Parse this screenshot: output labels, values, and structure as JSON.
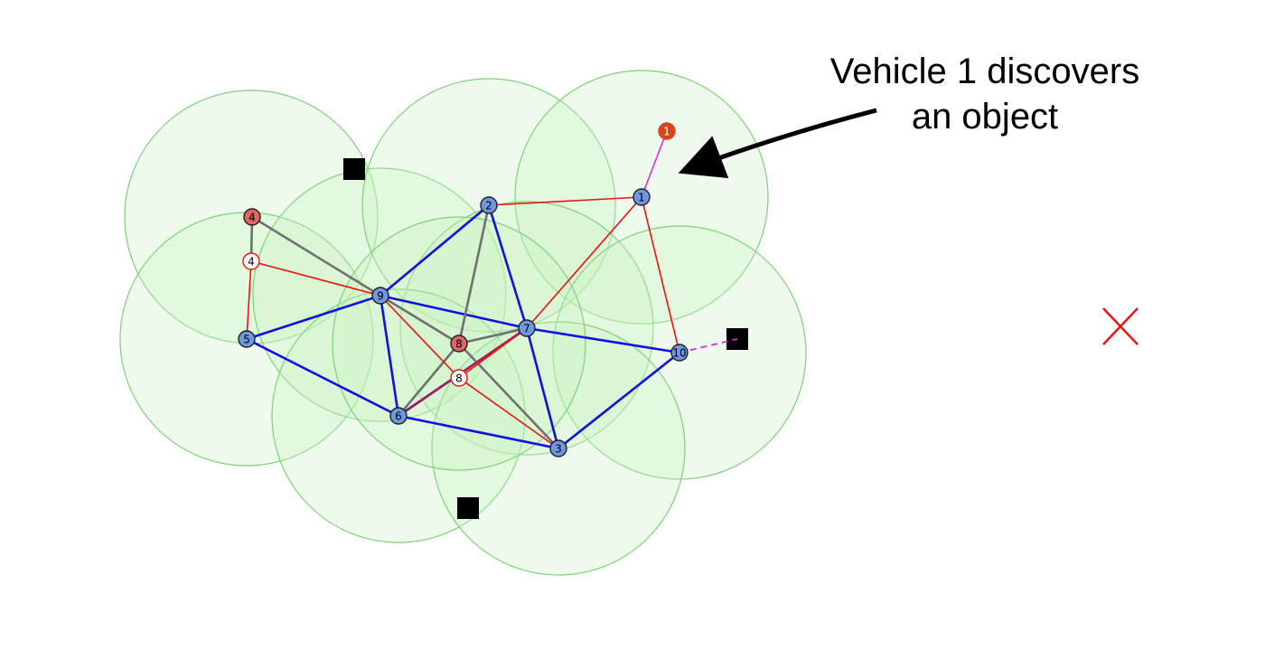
{
  "annotation": {
    "line1": "Vehicle 1 discovers",
    "line2": "an object"
  },
  "colors": {
    "range_fill": "#c8f2c0",
    "range_stroke": "#7fd17a",
    "vehicle_fill": "#6e97e4",
    "virtual_fill": "#e06666",
    "hollow_fill": "#ffffff",
    "active_fill": "#d9441c",
    "blue_edge": "#1010e0",
    "gray_edge": "#707070",
    "red_edge": "#ee1111",
    "magenta_edge": "#ee22ee",
    "object_fill": "#000000",
    "goal_mark": "#ee1111"
  },
  "nodes": [
    {
      "id": "v1",
      "label": "1",
      "kind": "vehicle"
    },
    {
      "id": "v2",
      "label": "2",
      "kind": "vehicle"
    },
    {
      "id": "v3",
      "label": "3",
      "kind": "vehicle"
    },
    {
      "id": "v5",
      "label": "5",
      "kind": "vehicle"
    },
    {
      "id": "v6",
      "label": "6",
      "kind": "vehicle"
    },
    {
      "id": "v7",
      "label": "7",
      "kind": "vehicle"
    },
    {
      "id": "v9",
      "label": "9",
      "kind": "vehicle"
    },
    {
      "id": "v10",
      "label": "10",
      "kind": "vehicle"
    },
    {
      "id": "v4",
      "label": "4",
      "kind": "virtual"
    },
    {
      "id": "v8",
      "label": "8",
      "kind": "virtual"
    },
    {
      "id": "h4",
      "label": "4",
      "kind": "hollow"
    },
    {
      "id": "h8",
      "label": "8",
      "kind": "hollow"
    },
    {
      "id": "a1",
      "label": "1",
      "kind": "active"
    }
  ],
  "edges": [
    {
      "from": "v9",
      "to": "v2",
      "kind": "blue"
    },
    {
      "from": "v9",
      "to": "v5",
      "kind": "blue"
    },
    {
      "from": "v9",
      "to": "v6",
      "kind": "blue"
    },
    {
      "from": "v9",
      "to": "v7",
      "kind": "blue"
    },
    {
      "from": "v2",
      "to": "v7",
      "kind": "blue"
    },
    {
      "from": "v5",
      "to": "v6",
      "kind": "blue"
    },
    {
      "from": "v6",
      "to": "v7",
      "kind": "blue"
    },
    {
      "from": "v6",
      "to": "v3",
      "kind": "blue"
    },
    {
      "from": "v7",
      "to": "v3",
      "kind": "blue"
    },
    {
      "from": "v7",
      "to": "v10",
      "kind": "blue"
    },
    {
      "from": "v3",
      "to": "v10",
      "kind": "blue"
    },
    {
      "from": "v4",
      "to": "v9",
      "kind": "gray"
    },
    {
      "from": "v4",
      "to": "h4",
      "kind": "gray"
    },
    {
      "from": "v9",
      "to": "v8",
      "kind": "gray"
    },
    {
      "from": "v2",
      "to": "v8",
      "kind": "gray"
    },
    {
      "from": "v8",
      "to": "v7",
      "kind": "gray"
    },
    {
      "from": "v8",
      "to": "v6",
      "kind": "gray"
    },
    {
      "from": "v8",
      "to": "v3",
      "kind": "gray"
    },
    {
      "from": "v2",
      "to": "v1",
      "kind": "red"
    },
    {
      "from": "v1",
      "to": "v10",
      "kind": "red"
    },
    {
      "from": "v1",
      "to": "v7",
      "kind": "red"
    },
    {
      "from": "h4",
      "to": "v9",
      "kind": "red"
    },
    {
      "from": "h4",
      "to": "v5",
      "kind": "red"
    },
    {
      "from": "v9",
      "to": "h8",
      "kind": "red"
    },
    {
      "from": "h8",
      "to": "v3",
      "kind": "red"
    },
    {
      "from": "h8",
      "to": "v7",
      "kind": "red"
    },
    {
      "from": "v6",
      "to": "v7",
      "kind": "red"
    },
    {
      "from": "v1",
      "to": "a1",
      "kind": "magenta"
    }
  ]
}
